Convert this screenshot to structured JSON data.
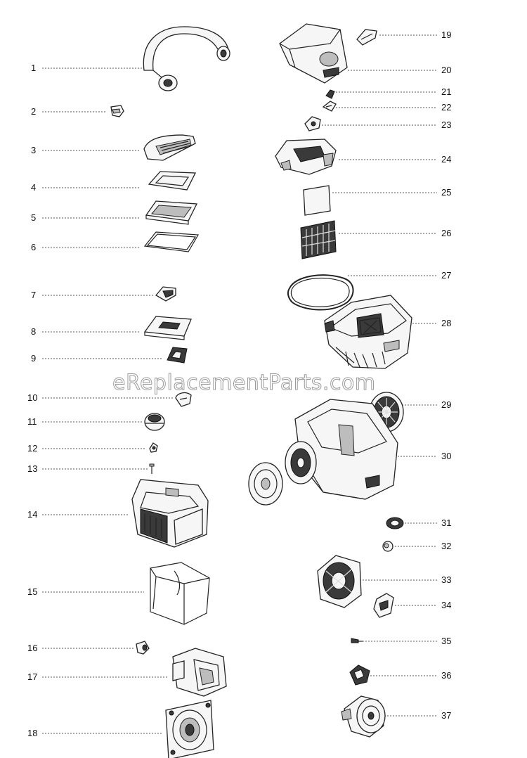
{
  "watermark": "eReplacementParts.com",
  "callouts": {
    "p1": "1",
    "p2": "2",
    "p3": "3",
    "p4": "4",
    "p5": "5",
    "p6": "6",
    "p7": "7",
    "p8": "8",
    "p9": "9",
    "p10": "10",
    "p11": "11",
    "p12": "12",
    "p13": "13",
    "p14": "14",
    "p15": "15",
    "p16": "16",
    "p17": "17",
    "p18": "18",
    "p19": "19",
    "p20": "20",
    "p21": "21",
    "p22": "22",
    "p23": "23",
    "p24": "24",
    "p25": "25",
    "p26": "26",
    "p27": "27",
    "p28": "28",
    "p29": "29",
    "p30": "30",
    "p31": "31",
    "p32": "32",
    "p33": "33",
    "p34": "34",
    "p35": "35",
    "p36": "36",
    "p37": "37"
  }
}
